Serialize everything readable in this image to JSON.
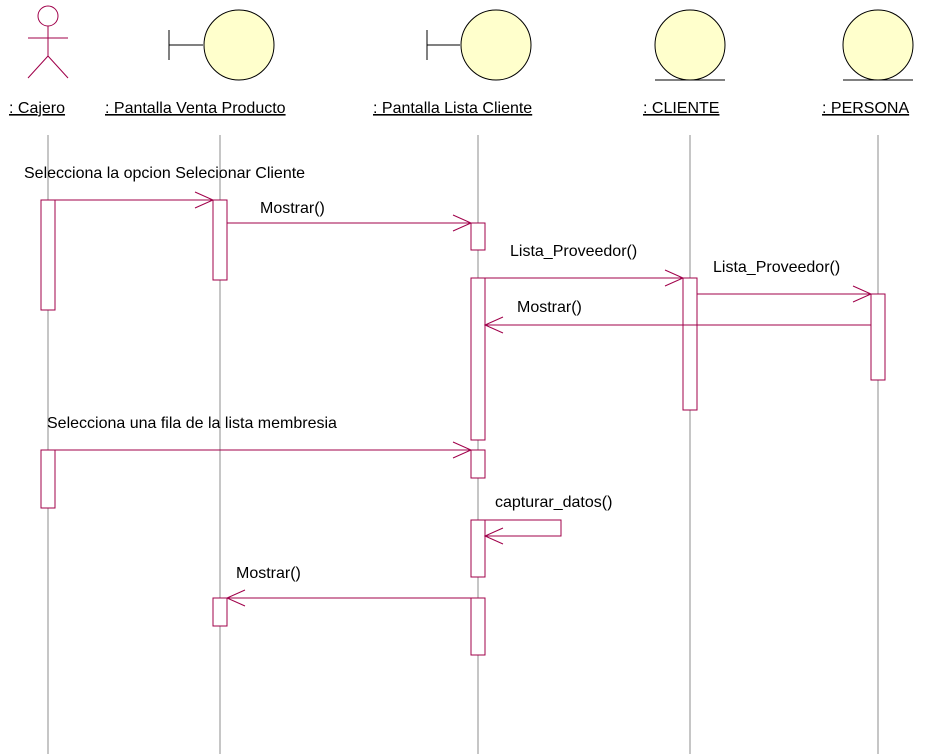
{
  "diagram": {
    "type": "sequence",
    "colors": {
      "lines": "#a0004a",
      "lifeline": "#8c8c8c",
      "object_fill": "#ffffcc"
    },
    "lifelines": [
      {
        "id": "cajero",
        "label": ": Cajero",
        "kind": "actor"
      },
      {
        "id": "pantalla_venta",
        "label": ": Pantalla Venta Producto",
        "kind": "boundary"
      },
      {
        "id": "pantalla_lista",
        "label": ": Pantalla Lista Cliente",
        "kind": "boundary"
      },
      {
        "id": "cliente",
        "label": ": CLIENTE",
        "kind": "entity"
      },
      {
        "id": "persona",
        "label": ": PERSONA",
        "kind": "entity"
      }
    ],
    "messages": [
      {
        "label": "Selecciona la opcion Selecionar Cliente",
        "from": "cajero",
        "to": "pantalla_venta"
      },
      {
        "label": "Mostrar()",
        "from": "pantalla_venta",
        "to": "pantalla_lista"
      },
      {
        "label": "Lista_Proveedor()",
        "from": "pantalla_lista",
        "to": "cliente"
      },
      {
        "label": "Lista_Proveedor()",
        "from": "cliente",
        "to": "persona"
      },
      {
        "label": "Mostrar()",
        "from": "persona",
        "to": "pantalla_lista"
      },
      {
        "label": "Selecciona una fila de la lista membresia",
        "from": "cajero",
        "to": "pantalla_lista"
      },
      {
        "label": "capturar_datos()",
        "from": "pantalla_lista",
        "to": "pantalla_lista"
      },
      {
        "label": "Mostrar()",
        "from": "pantalla_lista",
        "to": "pantalla_venta"
      }
    ]
  }
}
